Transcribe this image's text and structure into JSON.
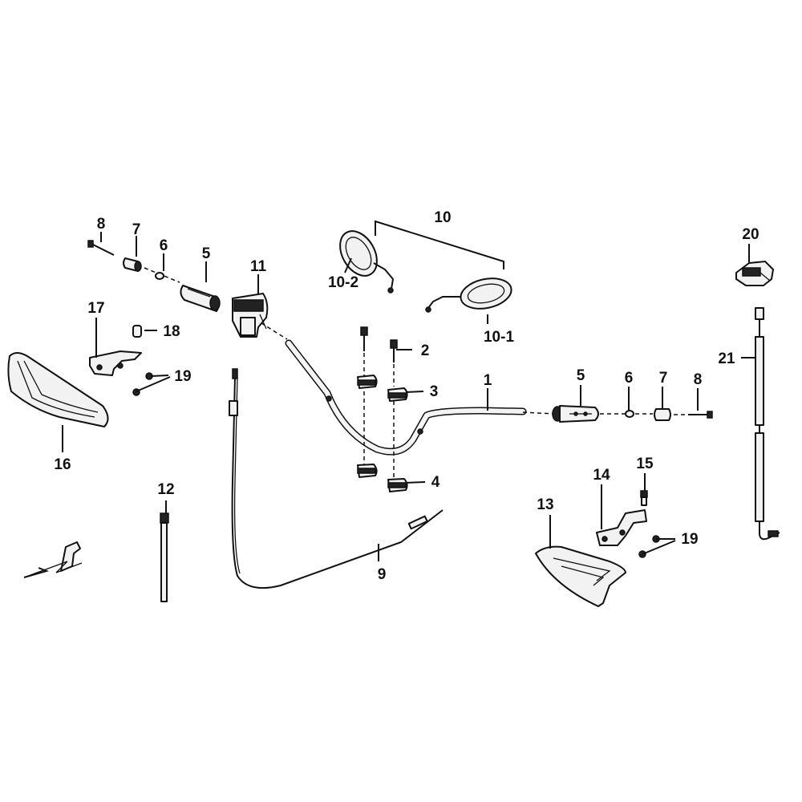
{
  "labels": {
    "l1": "1",
    "l2": "2",
    "l3": "3",
    "l4": "4",
    "l5_left": "5",
    "l5_right": "5",
    "l6_left": "6",
    "l6_right": "6",
    "l7_left": "7",
    "l7_right": "7",
    "l8_left": "8",
    "l8_right": "8",
    "l9": "9",
    "l10": "10",
    "l10_1": "10-1",
    "l10_2": "10-2",
    "l11": "11",
    "l12": "12",
    "l13": "13",
    "l14": "14",
    "l15": "15",
    "l16": "16",
    "l17": "17",
    "l18": "18",
    "l19_left": "19",
    "l19_right": "19",
    "l20": "20",
    "l21": "21"
  }
}
